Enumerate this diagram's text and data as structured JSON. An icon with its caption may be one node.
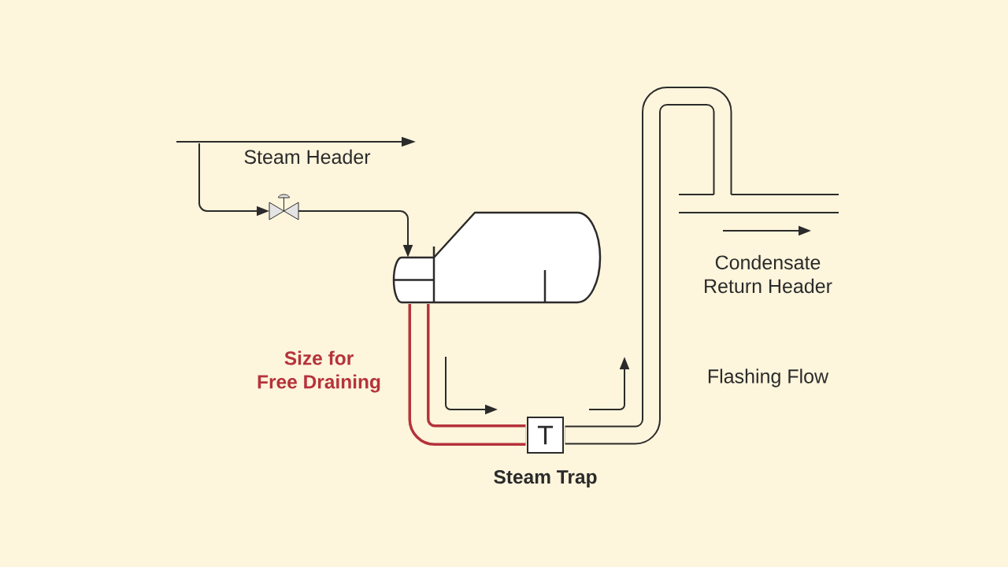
{
  "diagram": {
    "nodes": [
      {
        "text": [],
        "shape": "pipe",
        "beside": [
          "Steam Header"
        ]
      },
      {
        "text": [],
        "shape": "valve"
      },
      {
        "text": [],
        "shape": "vessel"
      },
      {
        "text": [
          "T"
        ],
        "beside": [
          "Steam Trap"
        ]
      },
      {
        "text": [],
        "shape": "pipe",
        "beside": [
          "Condensate Return Header"
        ]
      }
    ],
    "edges": [
      {
        "from": 0,
        "to": 1,
        "arrow": "to"
      },
      {
        "from": 1,
        "to": 2,
        "arrow": "to"
      },
      {
        "from": 2,
        "to": 3,
        "arrow": "none",
        "label": "Size for Free Draining",
        "style": "thick",
        "color": "#b5333b"
      },
      {
        "from": 3,
        "to": 4,
        "arrow": "none",
        "style": "thick"
      }
    ],
    "labels": [
      "Flashing Flow"
    ]
  }
}
